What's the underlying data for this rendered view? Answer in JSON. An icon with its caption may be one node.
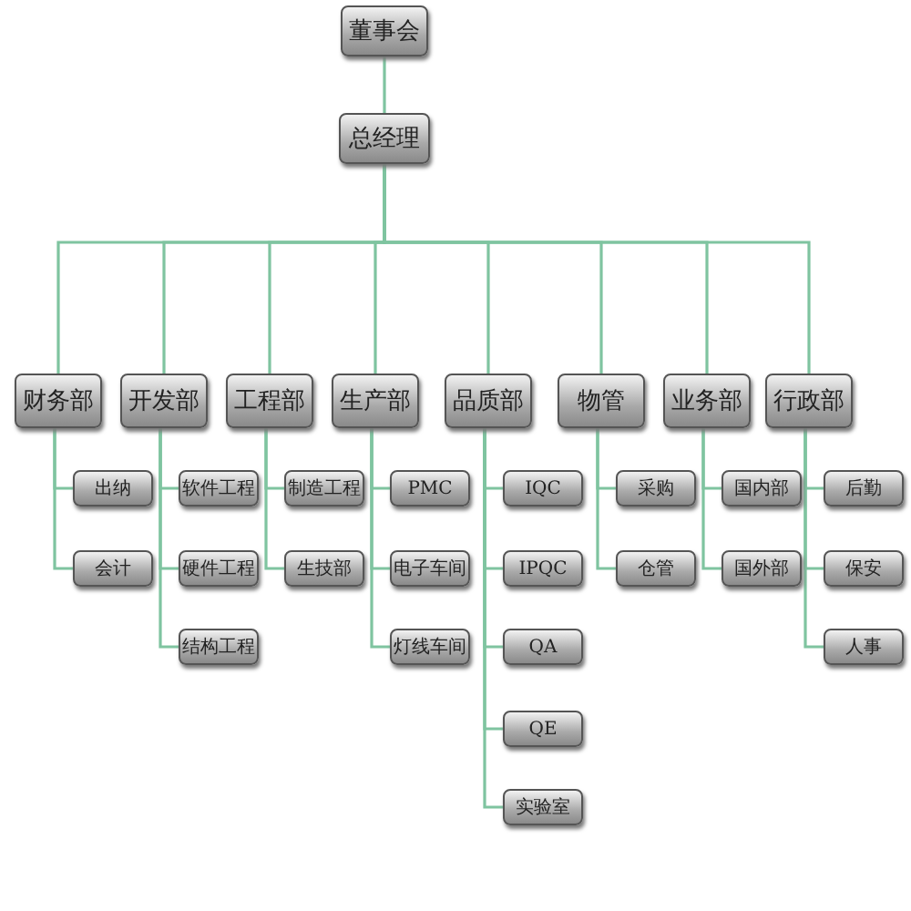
{
  "diagram": {
    "nodes": [
      {
        "text": [
          "董事会"
        ]
      },
      {
        "text": [
          "总经理"
        ]
      },
      {
        "text": [
          "财务部"
        ]
      },
      {
        "text": [
          "开发部"
        ]
      },
      {
        "text": [
          "工程部"
        ]
      },
      {
        "text": [
          "生产部"
        ]
      },
      {
        "text": [
          "品质部"
        ]
      },
      {
        "text": [
          "物管"
        ]
      },
      {
        "text": [
          "业务部"
        ]
      },
      {
        "text": [
          "行政部"
        ]
      },
      {
        "text": [
          "出纳"
        ]
      },
      {
        "text": [
          "会计"
        ]
      },
      {
        "text": [
          "软件工程"
        ]
      },
      {
        "text": [
          "硬件工程"
        ]
      },
      {
        "text": [
          "结构工程"
        ]
      },
      {
        "text": [
          "制造工程"
        ]
      },
      {
        "text": [
          "生技部"
        ]
      },
      {
        "text": [
          "PMC"
        ]
      },
      {
        "text": [
          "电子车间"
        ]
      },
      {
        "text": [
          "灯线车间"
        ]
      },
      {
        "text": [
          "IQC"
        ]
      },
      {
        "text": [
          "IPQC"
        ]
      },
      {
        "text": [
          "QA"
        ]
      },
      {
        "text": [
          "QE"
        ]
      },
      {
        "text": [
          "实验室"
        ]
      },
      {
        "text": [
          "采购"
        ]
      },
      {
        "text": [
          "仓管"
        ]
      },
      {
        "text": [
          "国内部"
        ]
      },
      {
        "text": [
          "国外部"
        ]
      },
      {
        "text": [
          "后勤"
        ]
      },
      {
        "text": [
          "保安"
        ]
      },
      {
        "text": [
          "人事"
        ]
      }
    ],
    "edges": [
      {
        "from": 0,
        "to": 1,
        "arrow": "none"
      },
      {
        "from": 1,
        "to": 2,
        "arrow": "none"
      },
      {
        "from": 1,
        "to": 3,
        "arrow": "none"
      },
      {
        "from": 1,
        "to": 4,
        "arrow": "none"
      },
      {
        "from": 1,
        "to": 5,
        "arrow": "none"
      },
      {
        "from": 1,
        "to": 6,
        "arrow": "none"
      },
      {
        "from": 1,
        "to": 7,
        "arrow": "none"
      },
      {
        "from": 1,
        "to": 8,
        "arrow": "none"
      },
      {
        "from": 1,
        "to": 9,
        "arrow": "none"
      },
      {
        "from": 2,
        "to": 10,
        "arrow": "none"
      },
      {
        "from": 2,
        "to": 11,
        "arrow": "none"
      },
      {
        "from": 3,
        "to": 12,
        "arrow": "none"
      },
      {
        "from": 3,
        "to": 13,
        "arrow": "none"
      },
      {
        "from": 3,
        "to": 14,
        "arrow": "none"
      },
      {
        "from": 4,
        "to": 15,
        "arrow": "none"
      },
      {
        "from": 4,
        "to": 16,
        "arrow": "none"
      },
      {
        "from": 5,
        "to": 17,
        "arrow": "none"
      },
      {
        "from": 5,
        "to": 18,
        "arrow": "none"
      },
      {
        "from": 5,
        "to": 19,
        "arrow": "none"
      },
      {
        "from": 6,
        "to": 20,
        "arrow": "none"
      },
      {
        "from": 6,
        "to": 21,
        "arrow": "none"
      },
      {
        "from": 6,
        "to": 22,
        "arrow": "none"
      },
      {
        "from": 6,
        "to": 23,
        "arrow": "none"
      },
      {
        "from": 6,
        "to": 24,
        "arrow": "none"
      },
      {
        "from": 7,
        "to": 25,
        "arrow": "none"
      },
      {
        "from": 7,
        "to": 26,
        "arrow": "none"
      },
      {
        "from": 8,
        "to": 27,
        "arrow": "none"
      },
      {
        "from": 8,
        "to": 28,
        "arrow": "none"
      },
      {
        "from": 9,
        "to": 29,
        "arrow": "none"
      },
      {
        "from": 9,
        "to": 30,
        "arrow": "none"
      },
      {
        "from": 9,
        "to": 31,
        "arrow": "none"
      }
    ]
  }
}
